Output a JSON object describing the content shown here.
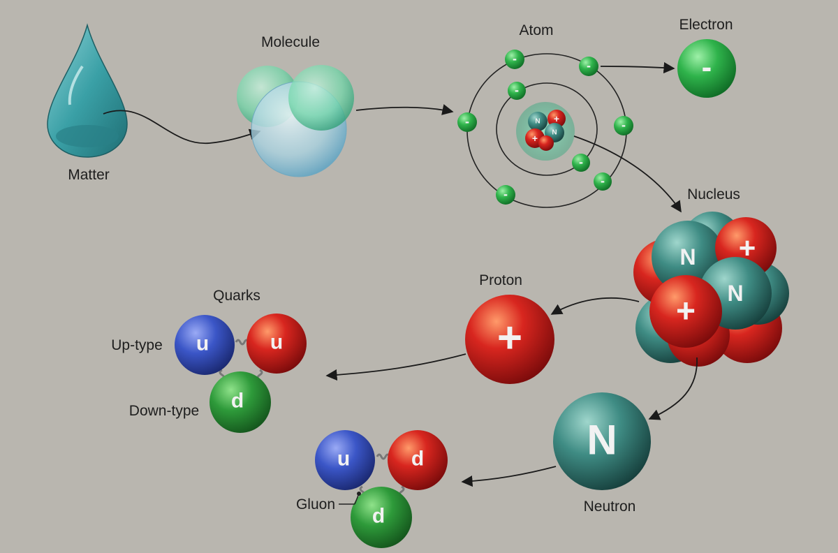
{
  "labels": {
    "matter": "Matter",
    "molecule": "Molecule",
    "atom": "Atom",
    "electron": "Electron",
    "nucleus": "Nucleus",
    "proton": "Proton",
    "neutron": "Neutron",
    "quarks": "Quarks",
    "up_type": "Up-type",
    "down_type": "Down-type",
    "gluon": "Gluon"
  },
  "symbols": {
    "electron": "-",
    "proton": "+",
    "neutron": "N",
    "up_quark": "u",
    "down_quark": "d"
  },
  "colors": {
    "background": "#b9b6af",
    "electron_green": "#2ea84a",
    "proton_red": "#c81e1e",
    "neutron_teal": "#2f7f78",
    "up_quark_blue": "#3b56c7",
    "down_quark_green": "#2e9a3a",
    "matter_teal": "#2e9aa0"
  }
}
